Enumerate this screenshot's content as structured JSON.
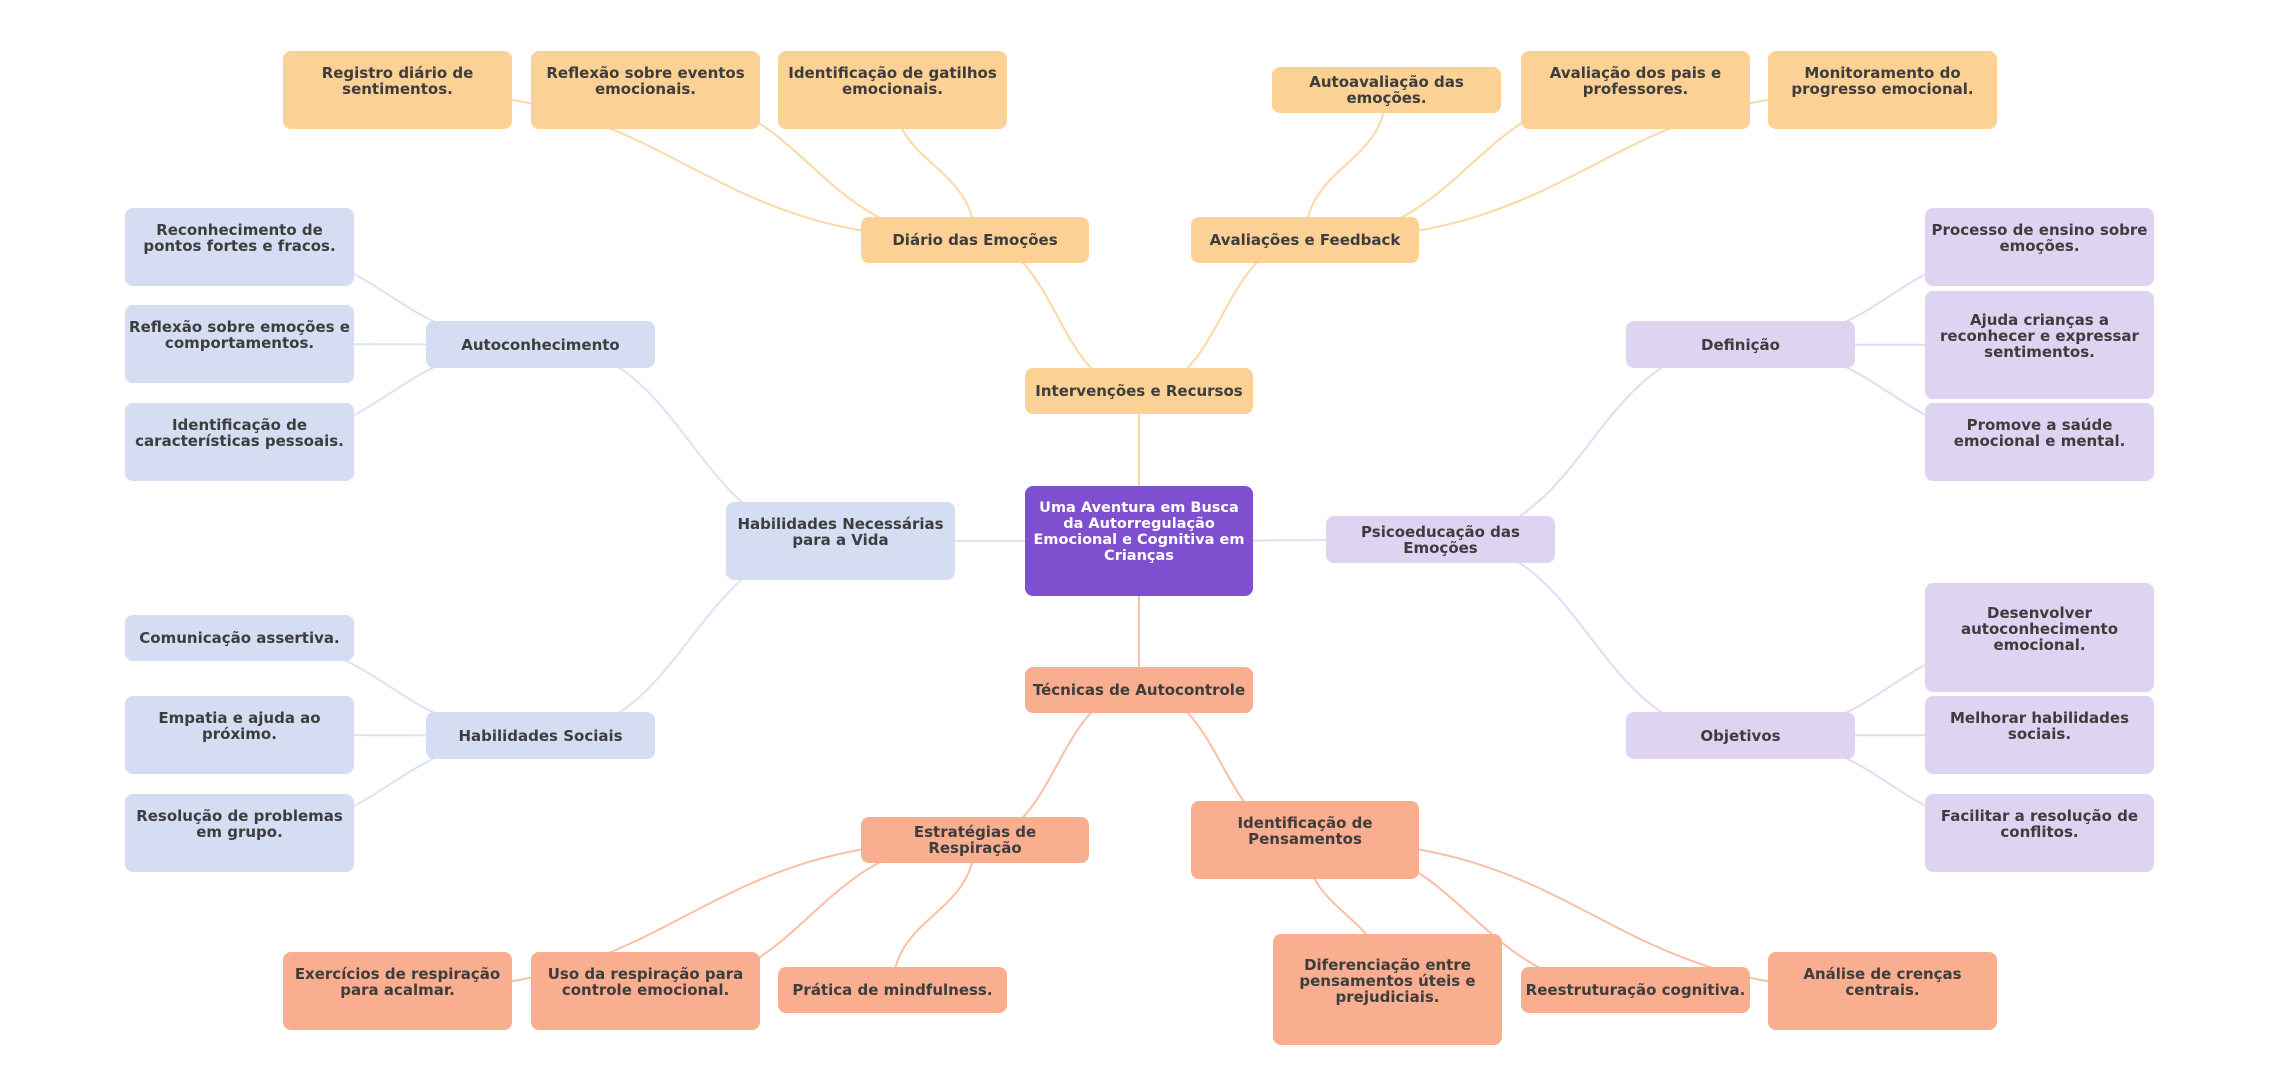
{
  "colors": {
    "root": "#7e4fce",
    "interventions": "#fcd195",
    "techniques": "#f9ae8f",
    "life_skills": "#d5ddf2",
    "psychoeducation": "#ded3f1",
    "text": "#3d3d3d",
    "edge_interventions": "#fcd8a8",
    "edge_techniques": "#f9c0a6",
    "edge_life_skills": "#dde3f4",
    "edge_psychoeducation": "#e3daf4"
  },
  "root": {
    "label": "Uma Aventura em Busca da Autorregulação Emocional e Cognitiva em Crianças"
  },
  "branches": {
    "interventions": {
      "label": "Intervenções e Recursos",
      "diary": {
        "label": "Diário das Emoções",
        "children": [
          "Registro diário de sentimentos.",
          "Reflexão sobre eventos emocionais.",
          "Identificação de gatilhos emocionais."
        ]
      },
      "feedback": {
        "label": "Avaliações e Feedback",
        "children": [
          "Autoavaliação das emoções.",
          "Avaliação dos pais e professores.",
          "Monitoramento do progresso emocional."
        ]
      }
    },
    "life_skills": {
      "label": "Habilidades Necessárias para a Vida",
      "self_knowledge": {
        "label": "Autoconhecimento",
        "children": [
          "Reconhecimento de pontos fortes e fracos.",
          "Reflexão sobre emoções e comportamentos.",
          "Identificação de características pessoais."
        ]
      },
      "social": {
        "label": "Habilidades Sociais",
        "children": [
          "Comunicação assertiva.",
          "Empatia e ajuda ao próximo.",
          "Resolução de problemas em grupo."
        ]
      }
    },
    "psychoeducation": {
      "label": "Psicoeducação das Emoções",
      "definition": {
        "label": "Definição",
        "children": [
          "Processo de ensino sobre emoções.",
          "Ajuda crianças a reconhecer e expressar sentimentos.",
          "Promove a saúde emocional e mental."
        ]
      },
      "objectives": {
        "label": "Objetivos",
        "children": [
          "Desenvolver autoconhecimento emocional.",
          "Melhorar habilidades sociais.",
          "Facilitar a resolução de conflitos."
        ]
      }
    },
    "techniques": {
      "label": "Técnicas de Autocontrole",
      "breathing": {
        "label": "Estratégias de Respiração",
        "children": [
          "Exercícios de respiração para acalmar.",
          "Uso da respiração para controle emocional.",
          "Prática de mindfulness."
        ]
      },
      "thoughts": {
        "label": "Identificação de Pensamentos",
        "children": [
          "Diferenciação entre pensamentos úteis e prejudiciais.",
          "Reestruturação cognitiva.",
          "Análise de crenças centrais."
        ]
      }
    }
  }
}
